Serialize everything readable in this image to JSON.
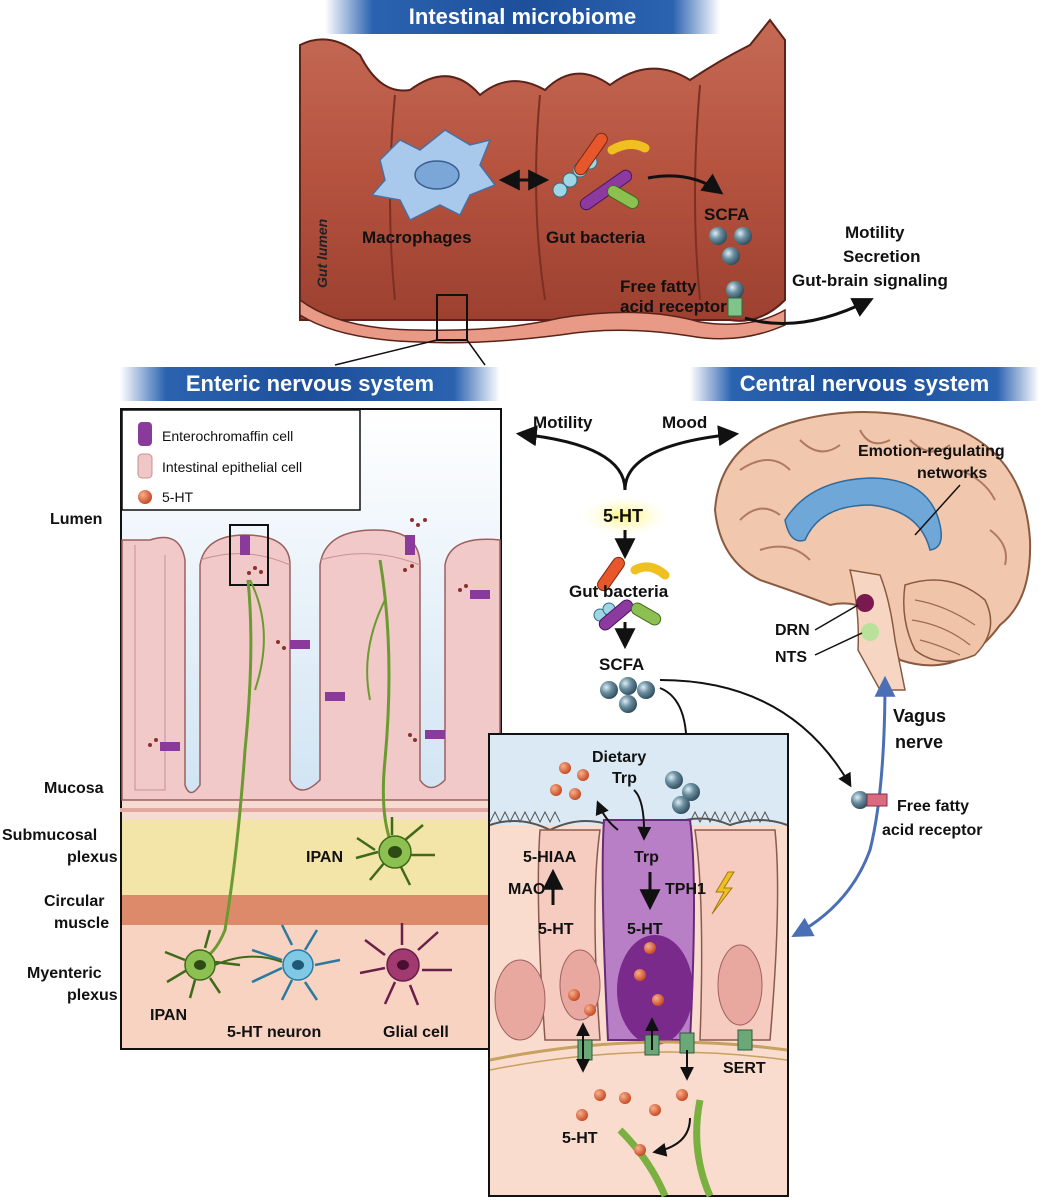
{
  "banners": {
    "microbiome": "Intestinal microbiome",
    "ens": "Enteric nervous system",
    "cns": "Central nervous system"
  },
  "microbiome": {
    "gut_lumen": "Gut lumen",
    "macrophages": "Macrophages",
    "gut_bacteria": "Gut bacteria",
    "scfa": "SCFA",
    "receptor_line1": "Free fatty",
    "receptor_line2": "acid receptor",
    "effects": [
      "Motility",
      "Secretion",
      "Gut-brain signaling"
    ]
  },
  "legend": {
    "items": [
      {
        "label": "Enterochromaffin cell",
        "color": "#8a3a9a"
      },
      {
        "label": "Intestinal epithelial cell",
        "color": "#f0c6c6"
      },
      {
        "label": "5-HT",
        "color": "#d9603a"
      }
    ]
  },
  "ens": {
    "layers": [
      "Lumen",
      "Mucosa",
      "Submucosal",
      "plexus",
      "Circular",
      "muscle",
      "Myenteric",
      "plexus"
    ],
    "ipan_upper": "IPAN",
    "ipan_lower": "IPAN",
    "neuron_5ht": "5-HT neuron",
    "glial": "Glial cell"
  },
  "center": {
    "motility": "Motility",
    "mood": "Mood",
    "ht": "5-HT",
    "gut_bacteria": "Gut bacteria",
    "scfa": "SCFA"
  },
  "cns": {
    "emotion_line1": "Emotion-regulating",
    "emotion_line2": "networks",
    "drn": "DRN",
    "nts": "NTS",
    "vagus_line1": "Vagus",
    "vagus_line2": "nerve",
    "receptor_line1": "Free fatty",
    "receptor_line2": "acid receptor"
  },
  "inset": {
    "dietary_line1": "Dietary",
    "dietary_line2": "Trp",
    "hiaa": "5-HIAA",
    "mao": "MAO",
    "ht_left": "5-HT",
    "trp": "Trp",
    "tph1": "TPH1",
    "ht_center": "5-HT",
    "sert": "SERT",
    "ht_bottom": "5-HT"
  },
  "colors": {
    "banner": "#1d4f9a",
    "gut_wall": "#b5533f",
    "mucosa": "#f6dcd0",
    "submucosa": "#f3e4a8",
    "muscle": "#dd8a6a",
    "ec_cell": "#8a3a9a",
    "serotonin": "#d9603a",
    "neuron": "#8cc152",
    "vagus": "#4a6fb5",
    "brain": "#f1c7ad"
  }
}
